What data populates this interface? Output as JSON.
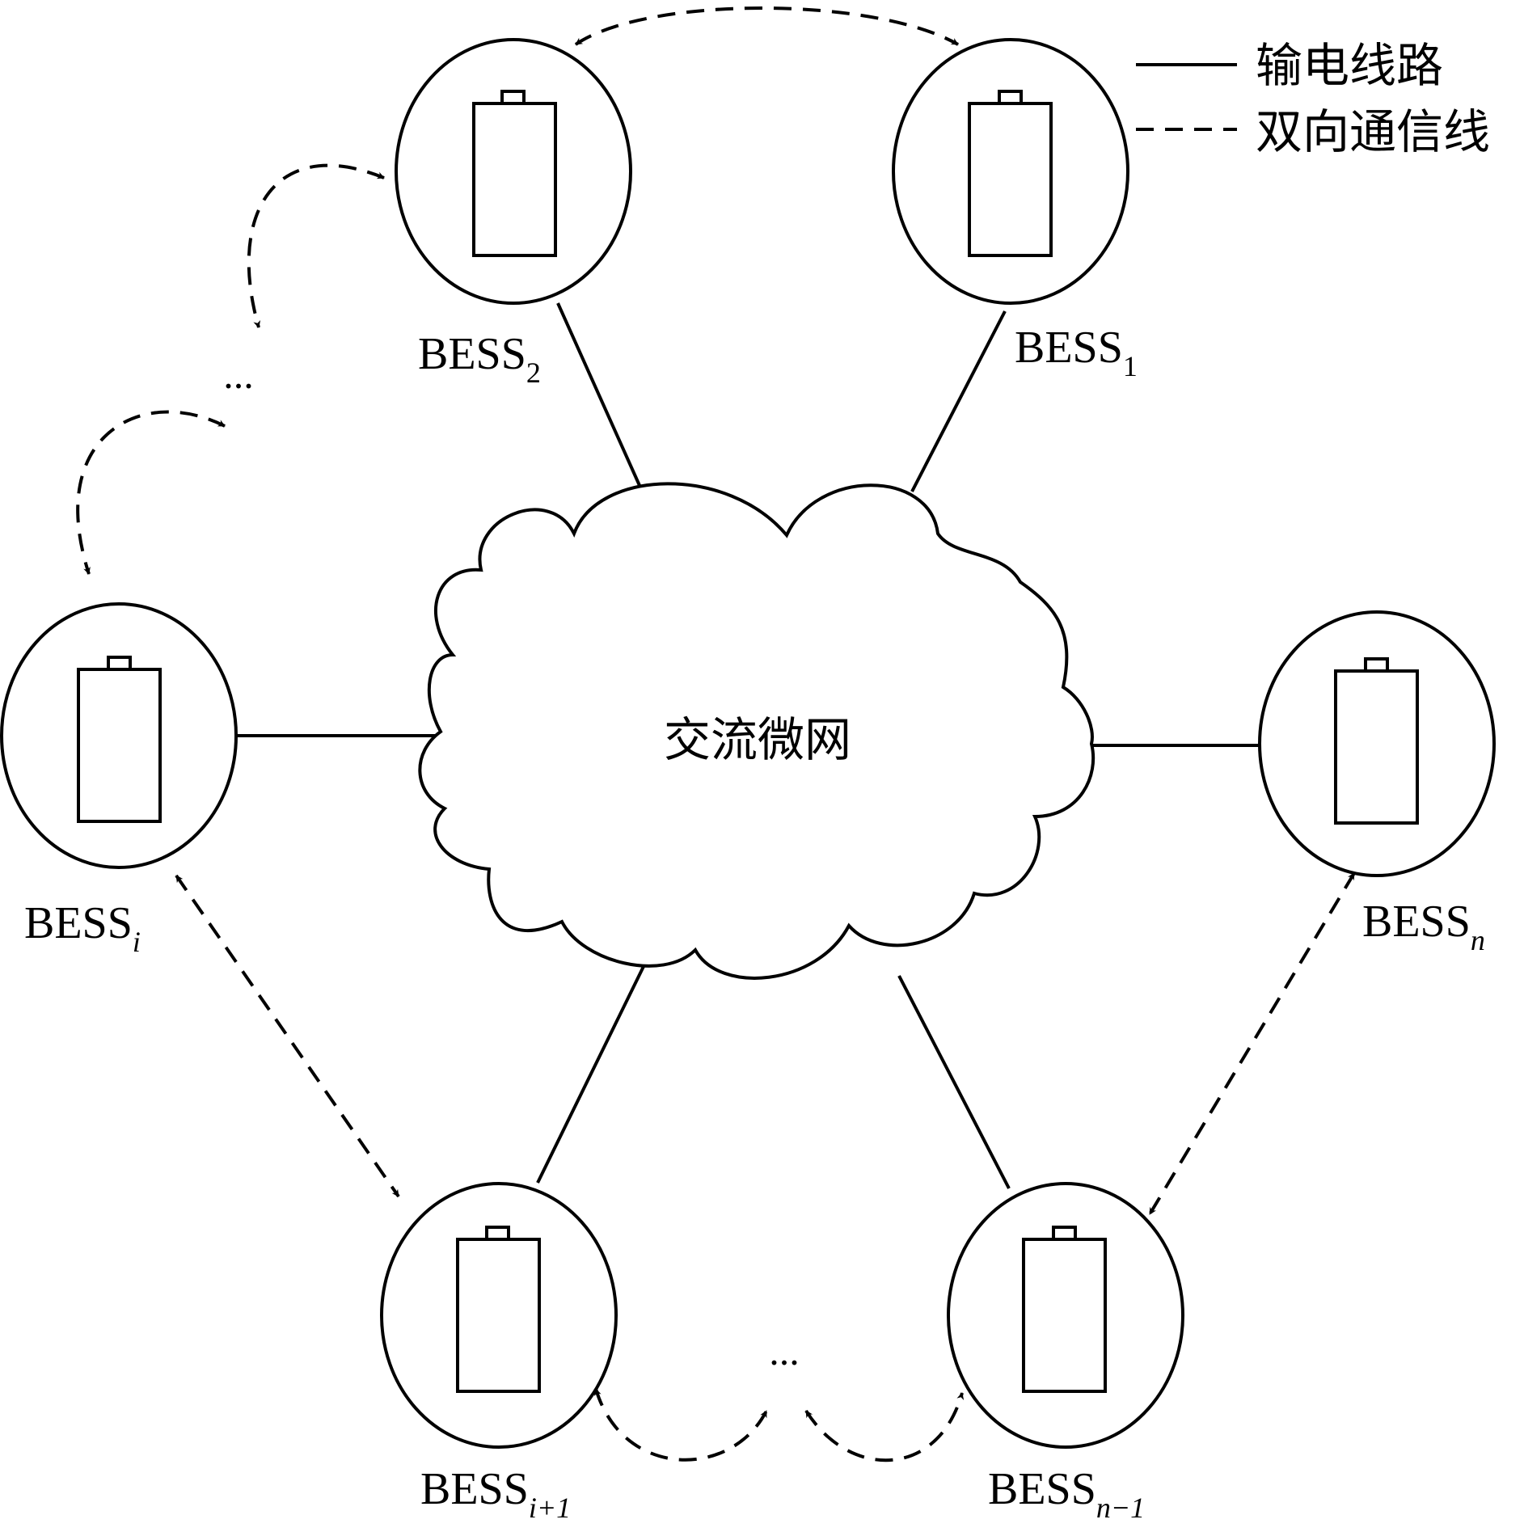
{
  "legend": {
    "power_line_label": "输电线路",
    "comm_line_label": "双向通信线"
  },
  "center": {
    "label": "交流微网"
  },
  "nodes": [
    {
      "id": "bess-1",
      "base": "BESS",
      "sub": "1",
      "sub_italic": false
    },
    {
      "id": "bess-2",
      "base": "BESS",
      "sub": "2",
      "sub_italic": false
    },
    {
      "id": "bess-i",
      "base": "BESS",
      "sub": "i",
      "sub_italic": true
    },
    {
      "id": "bess-n",
      "base": "BESS",
      "sub": "n",
      "sub_italic": true
    },
    {
      "id": "bess-i1",
      "base": "BESS",
      "sub": "i+1",
      "sub_italic": true
    },
    {
      "id": "bess-n1",
      "base": "BESS",
      "sub": "n−1",
      "sub_italic": true
    }
  ],
  "ellipsis": {
    "left": "...",
    "bottom": "..."
  },
  "colors": {
    "line": "#000000",
    "background": "#ffffff"
  }
}
